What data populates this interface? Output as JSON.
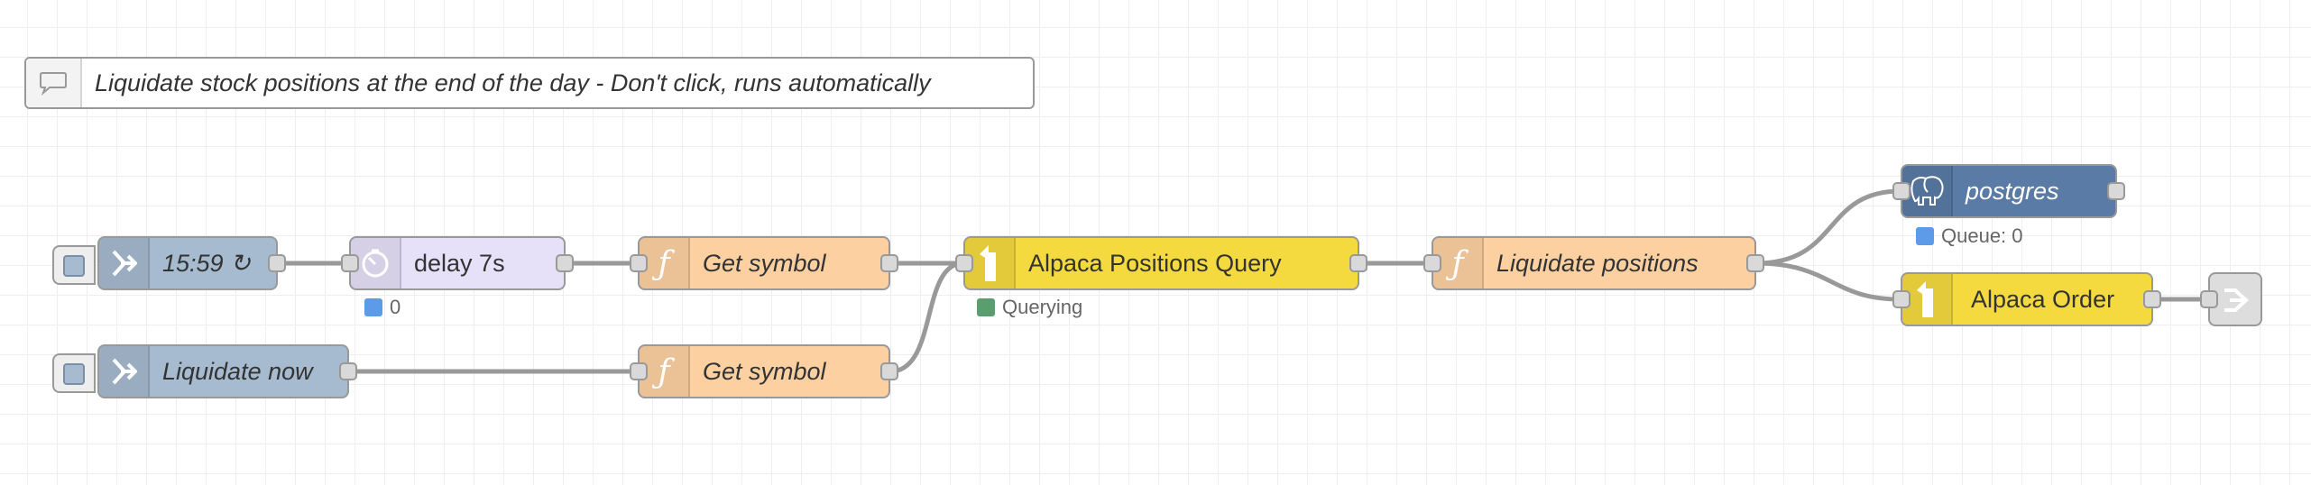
{
  "comment": {
    "text": "Liquidate stock positions at the end of the day - Don't click, runs automatically",
    "icon": "comment-icon"
  },
  "nodes": {
    "inject_time": {
      "label": "15:59 ↻",
      "icon": "inject-arrow-icon"
    },
    "delay": {
      "label": "delay 7s",
      "icon": "timer-icon",
      "status": "0"
    },
    "get_symbol_1": {
      "label": "Get symbol",
      "icon": "function-icon"
    },
    "alpaca_query": {
      "label": "Alpaca Positions Query",
      "icon": "alpaca-icon",
      "status": "Querying"
    },
    "liquidate": {
      "label": "Liquidate positions",
      "icon": "function-icon"
    },
    "postgres": {
      "label": "postgres",
      "icon": "elephant-icon",
      "status": "Queue: 0"
    },
    "alpaca_order": {
      "label": "Alpaca Order",
      "icon": "alpaca-icon"
    },
    "liquidate_now": {
      "label": "Liquidate now",
      "icon": "inject-arrow-icon"
    },
    "get_symbol_2": {
      "label": "Get symbol",
      "icon": "function-icon"
    },
    "link_out": {
      "icon": "link-out-icon"
    }
  },
  "colors": {
    "inject": "#a6bbcf",
    "delay": "#e6e0f8",
    "function": "#fdd0a2",
    "alpaca": "#f5da3f",
    "postgres": "#5a7ba5",
    "link": "#dddddd",
    "status_blue": "#5b9be8",
    "status_green": "#5a9e6f",
    "wire": "#999999"
  }
}
